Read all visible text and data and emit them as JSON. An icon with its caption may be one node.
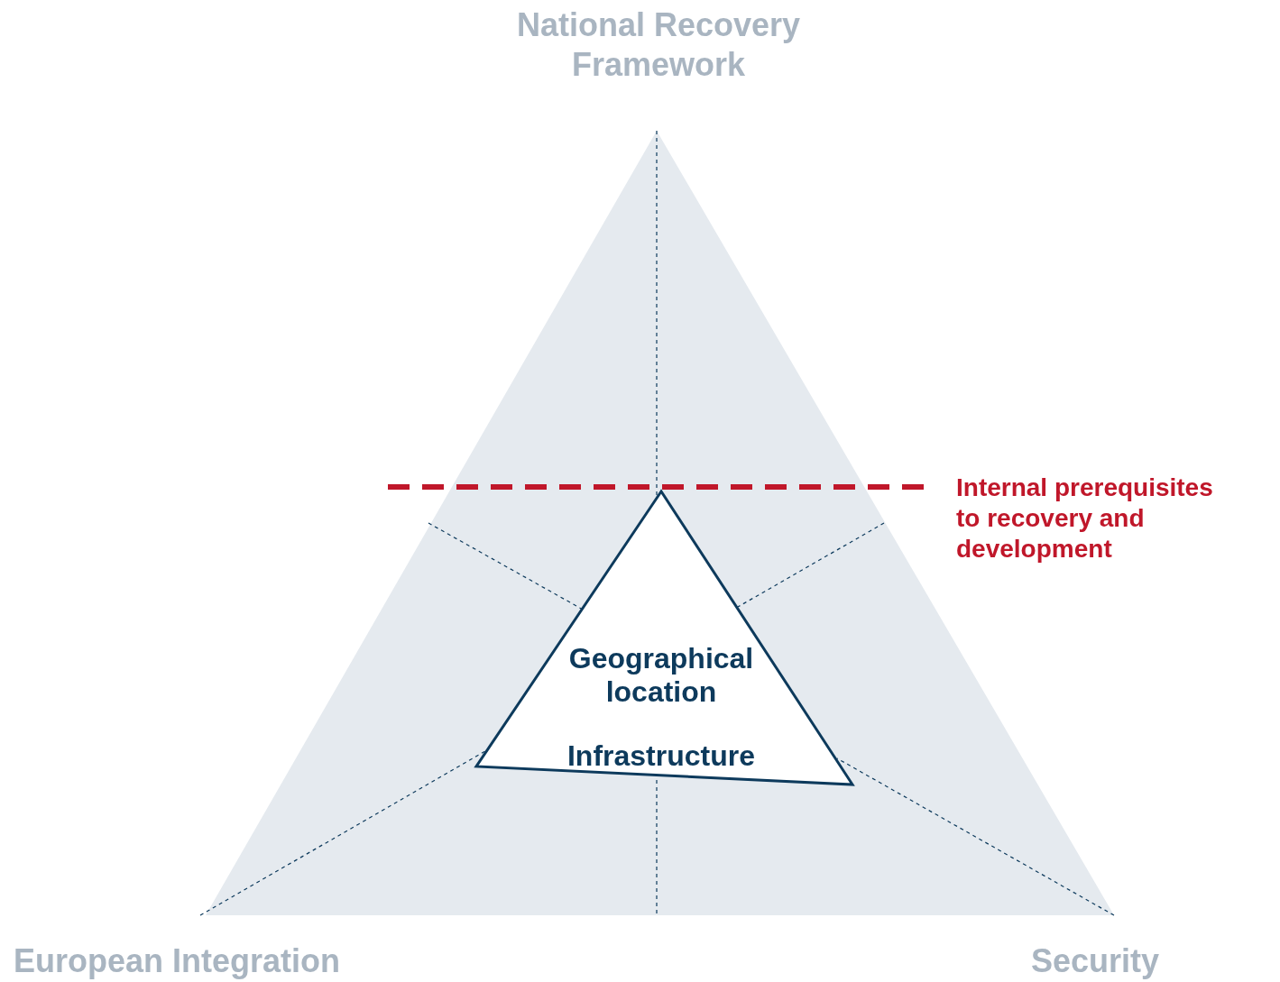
{
  "diagram": {
    "nodes": [
      {
        "text": [],
        "shape": "triangle"
      },
      {
        "text": [
          "Geographical location",
          "Infrastructure"
        ],
        "in": 0
      }
    ],
    "labels": [
      "National Recovery Framework",
      "Internal prerequisites to recovery and development",
      "European Integration",
      "Security"
    ]
  }
}
